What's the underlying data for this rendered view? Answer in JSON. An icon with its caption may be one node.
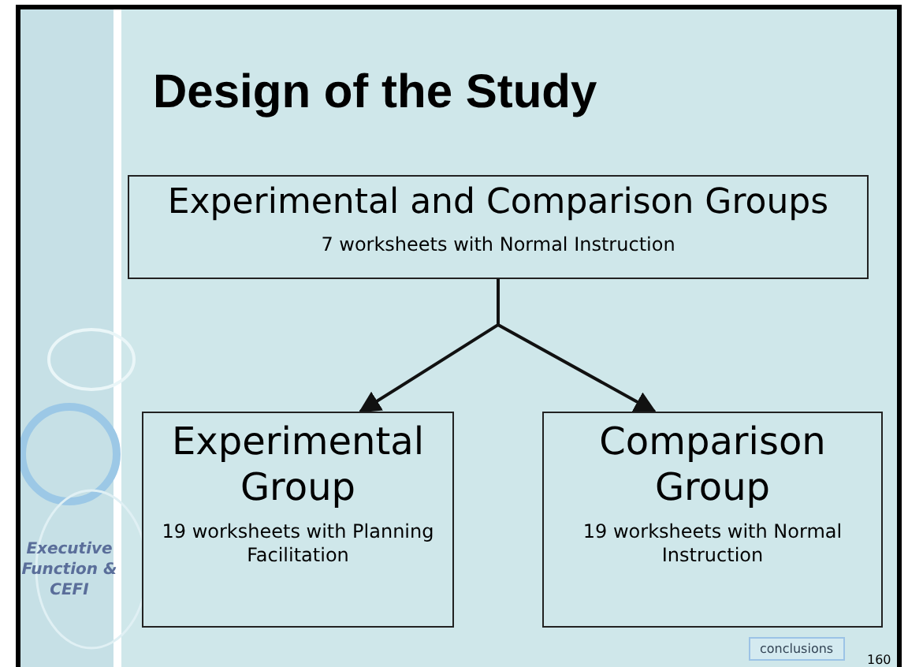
{
  "diagram": {
    "title": "Design of the Study",
    "nodes": [
      {
        "text": [
          "Experimental and Comparison Groups",
          "7 worksheets with Normal Instruction"
        ]
      },
      {
        "text": [
          "Experimental Group",
          "19 worksheets with Planning Facilitation"
        ]
      },
      {
        "text": [
          "Comparison Group",
          "19 worksheets with Normal Instruction"
        ]
      }
    ],
    "edges": [
      {
        "from": 0,
        "to": 1,
        "arrow": "to"
      },
      {
        "from": 0,
        "to": 2,
        "arrow": "to"
      }
    ],
    "labels": [
      "Executive Function & CEFI",
      "conclusions",
      "160"
    ]
  }
}
